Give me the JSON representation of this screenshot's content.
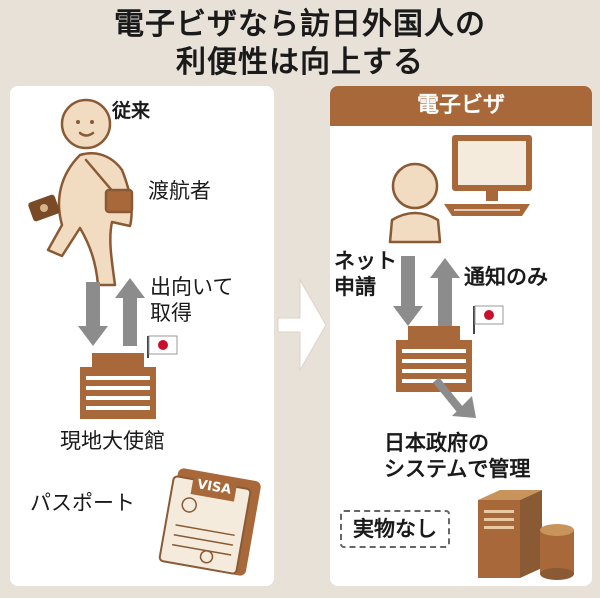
{
  "title": {
    "line1": "電子ビザなら訪日外国人の",
    "line2": "利便性は向上する"
  },
  "left": {
    "header": "従来",
    "traveler": "渡航者",
    "action_line1": "出向いて",
    "action_line2": "取得",
    "embassy": "現地大使館",
    "passport": "パスポート",
    "visa_stamp": "VISA"
  },
  "right": {
    "header": "電子ビザ",
    "apply_line1": "ネット",
    "apply_line2": "申請",
    "notify": "通知のみ",
    "system_line1": "日本政府の",
    "system_line2": "システムで管理",
    "no_physical": "実物なし"
  },
  "colors": {
    "background": "#e8e1d8",
    "accent_brown": "#a8683a",
    "skin": "#f1dcc2",
    "line_brown": "#8a5a34",
    "arrow_gray": "#888888",
    "flag_red": "#c8102e"
  }
}
